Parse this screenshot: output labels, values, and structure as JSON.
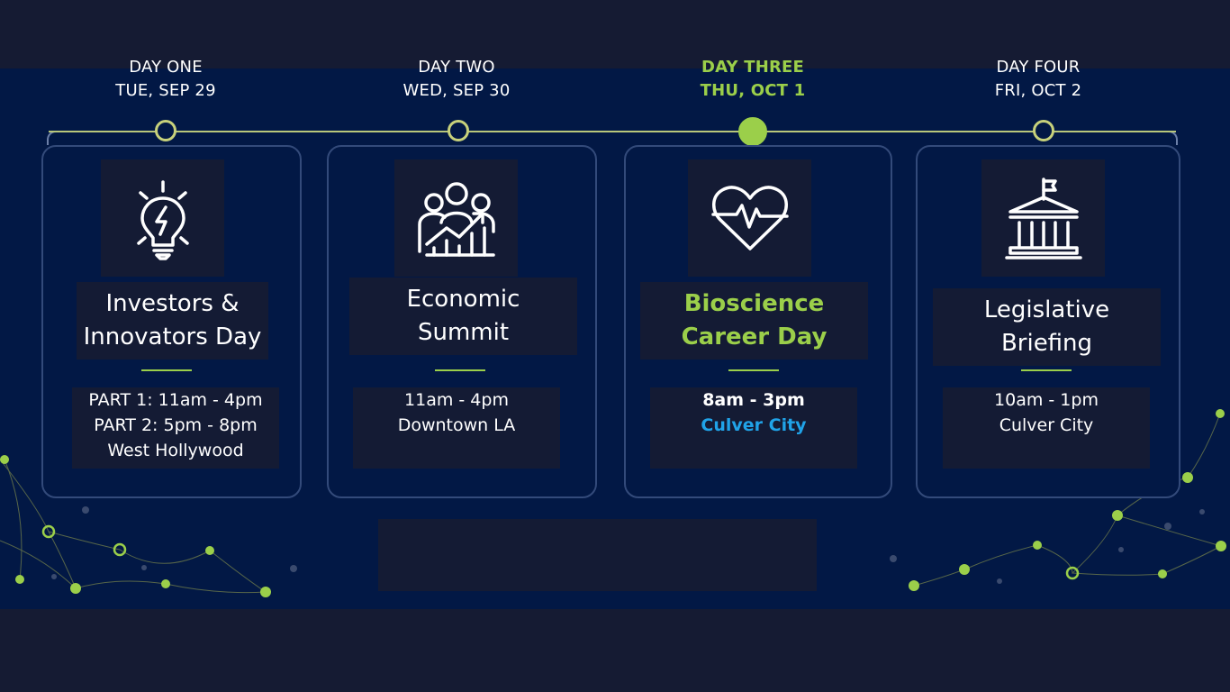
{
  "days": [
    {
      "label": "DAY ONE",
      "date": "TUE, SEP 29",
      "title_line1": "Investors &",
      "title_line2": "Innovators Day",
      "details": [
        "PART 1:  11am - 4pm",
        "PART 2:  5pm - 8pm",
        "West Hollywood"
      ],
      "icon": "lightbulb-icon",
      "active": false
    },
    {
      "label": "DAY TWO",
      "date": "WED, SEP 30",
      "title_line1": "Economic",
      "title_line2": "Summit",
      "details": [
        "11am - 4pm",
        "Downtown LA"
      ],
      "icon": "growth-team-icon",
      "active": false
    },
    {
      "label": "DAY THREE",
      "date": "THU, OCT 1",
      "title_line1": "Bioscience",
      "title_line2": "Career Day",
      "details": [
        "8am - 3pm",
        "Culver City"
      ],
      "icon": "heart-pulse-icon",
      "active": true
    },
    {
      "label": "DAY FOUR",
      "date": "FRI, OCT 2",
      "title_line1": "Legislative",
      "title_line2": "Briefing",
      "details": [
        "10am - 1pm",
        "Culver City"
      ],
      "icon": "capitol-building-icon",
      "active": false
    }
  ],
  "colors": {
    "background": "#151b33",
    "band": "#021845",
    "accent_green": "#9bcf4a",
    "accent_blue": "#20a3e8",
    "panel": "#141b34"
  }
}
